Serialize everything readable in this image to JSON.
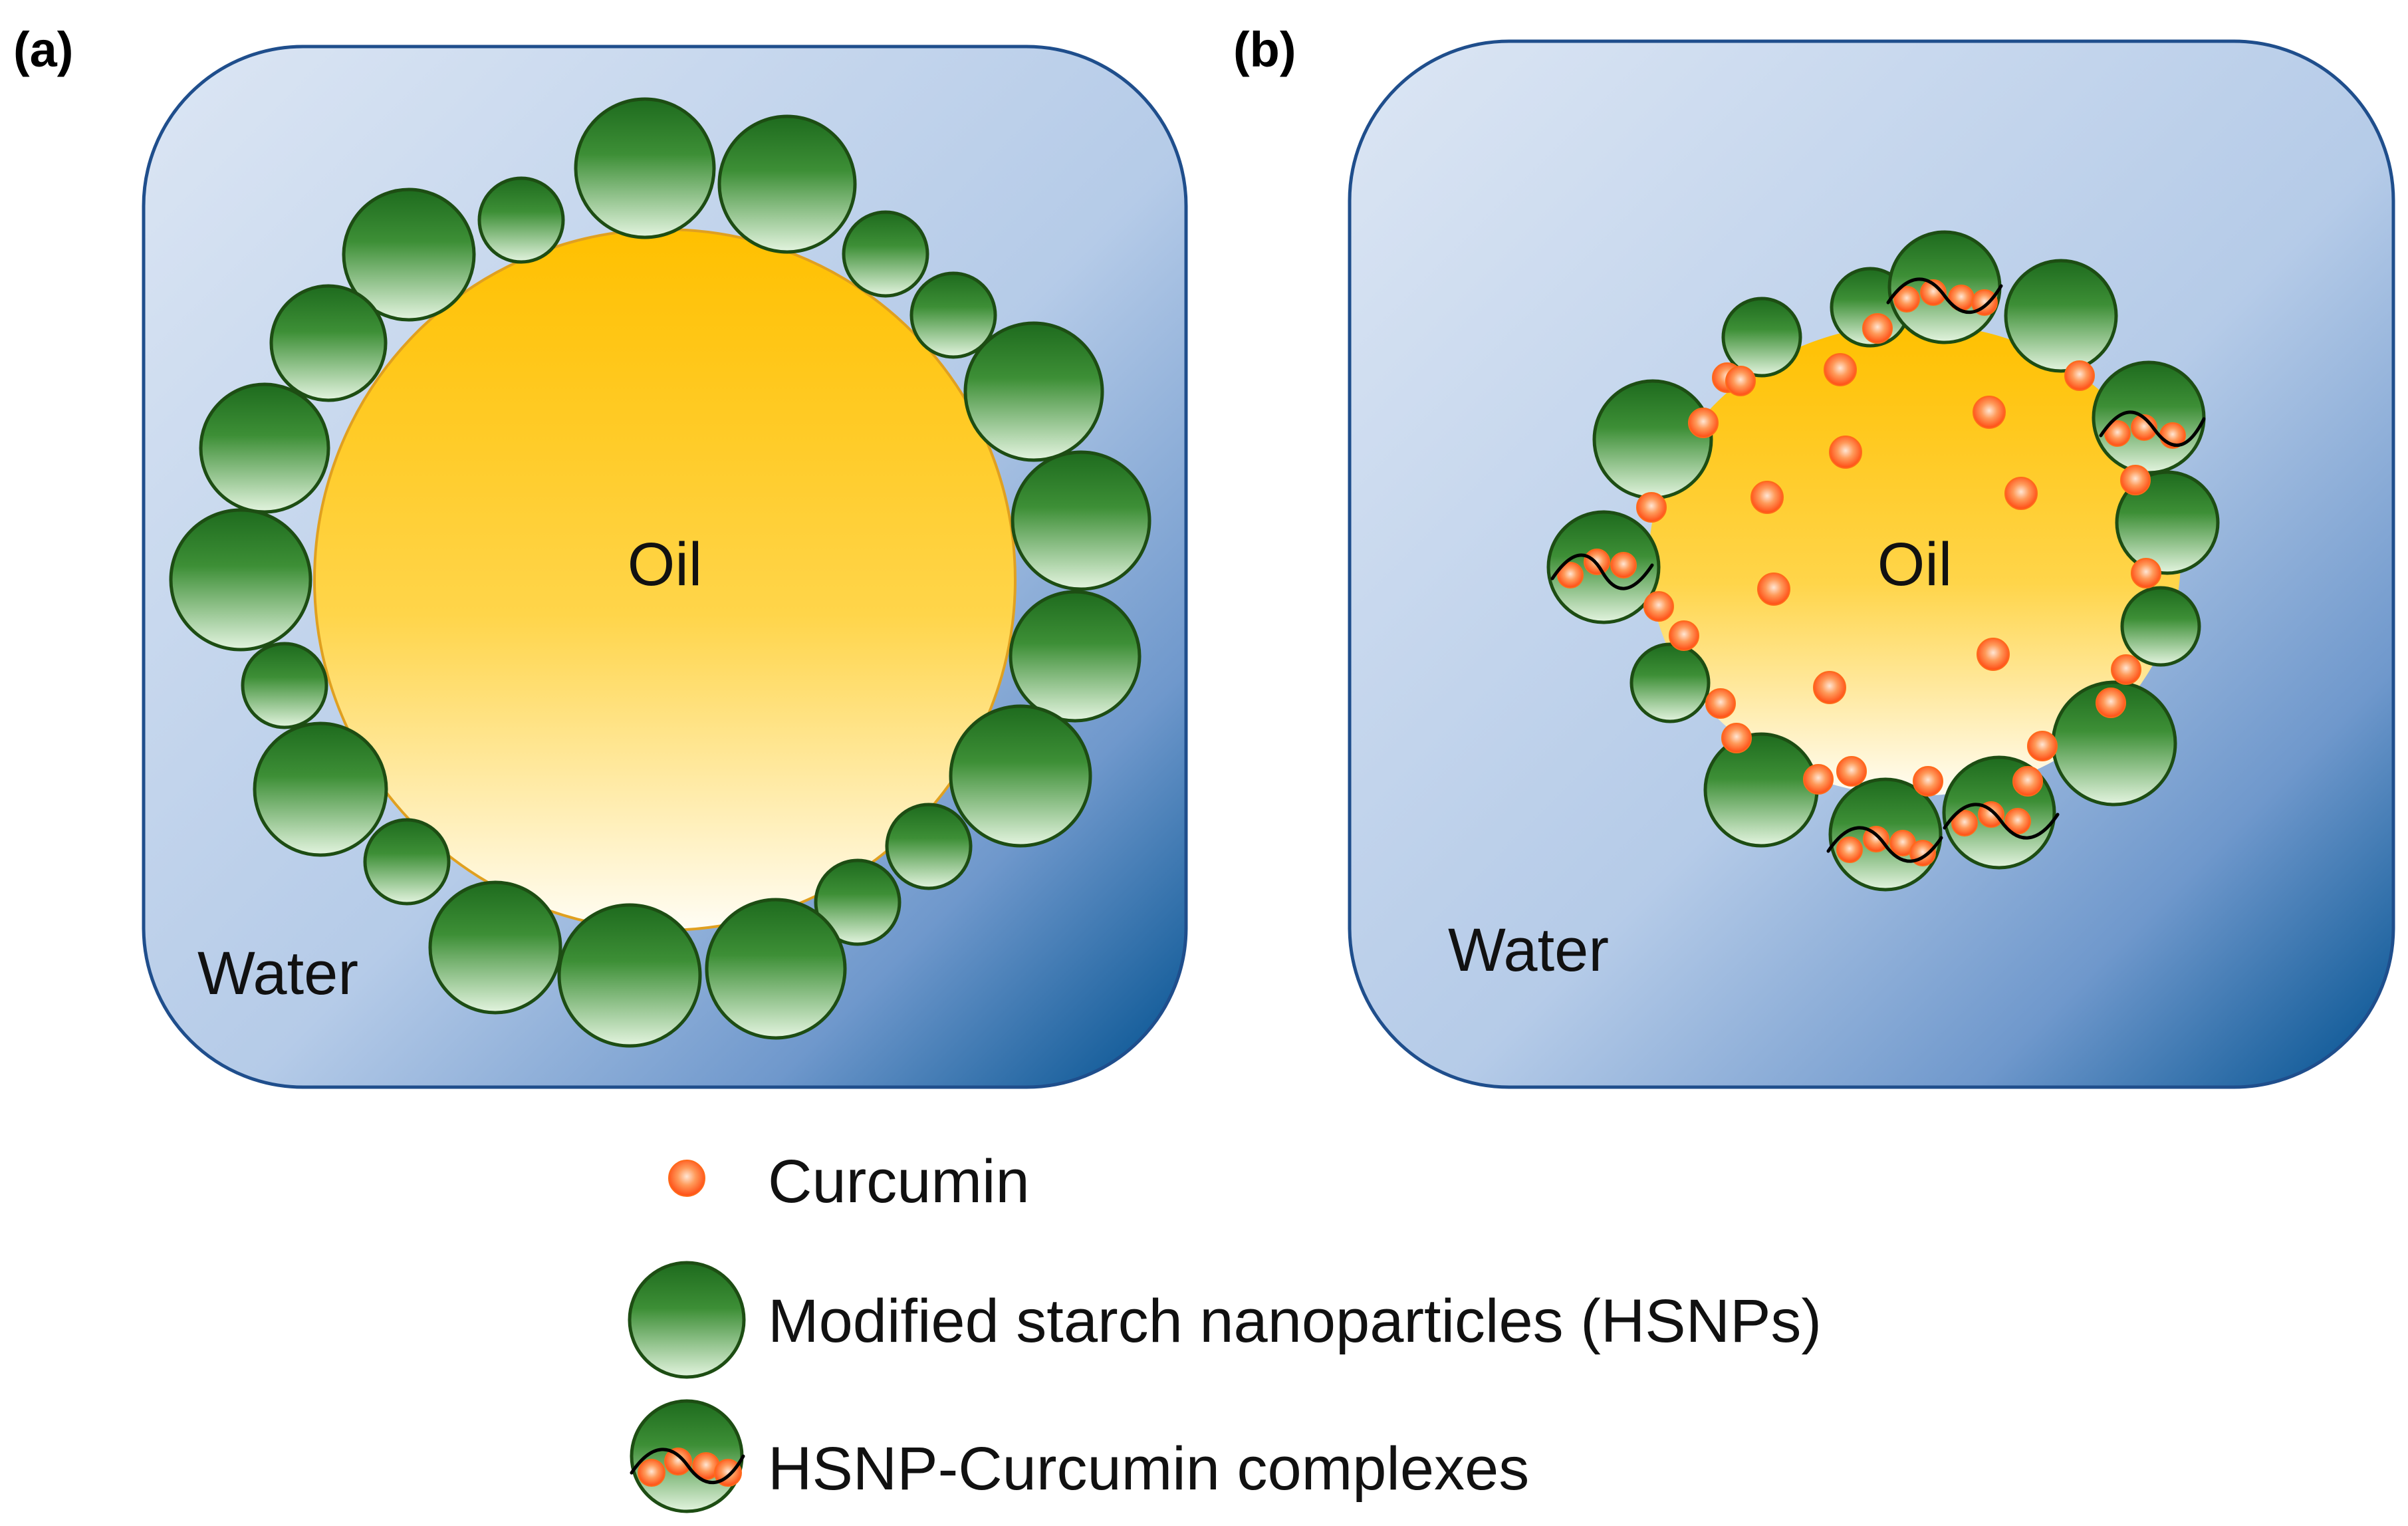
{
  "panel_a": {
    "label": "(a)",
    "oil_label": "Oil",
    "water_label": "Water"
  },
  "panel_b": {
    "label": "(b)",
    "oil_label": "Oil",
    "water_label": "Water"
  },
  "legend": {
    "curcumin": "Curcumin",
    "hsnp": "Modified starch nanoparticles (HSNPs)",
    "complex": "HSNP-Curcumin complexes"
  },
  "colors": {
    "water_light": "#dce6f4",
    "water_dark": "#00508f",
    "oil_top": "#ffc000",
    "oil_bottom": "#fffdf5",
    "hsnp_top": "#1e6b1e",
    "hsnp_bottom": "#e3f4df",
    "curcumin_center": "#ffe6d4",
    "curcumin_edge": "#ff4a12"
  }
}
